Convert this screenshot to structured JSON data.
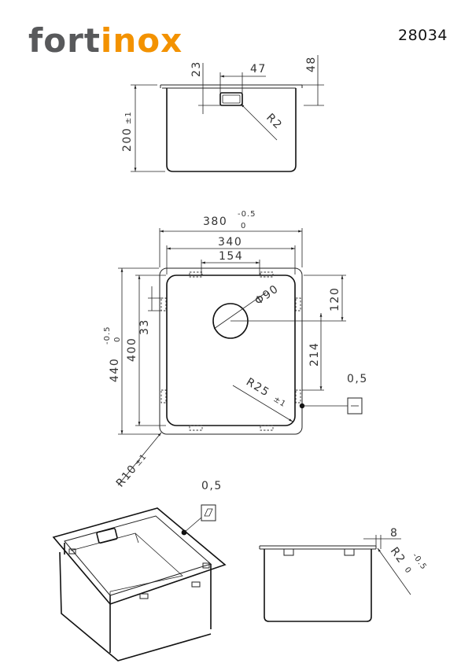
{
  "logo": {
    "prefix": "fort",
    "suffix": "inox",
    "prefix_color": "#58595b",
    "suffix_color": "#f39200"
  },
  "model_number": "28034",
  "section_view": {
    "dim_23": "23",
    "dim_47": "47",
    "dim_48": "48",
    "dim_200": "200",
    "dim_200_tol": "±1",
    "radius": "R2"
  },
  "plan_view": {
    "dim_380": "380",
    "dim_380_tol_upper": "-0.5",
    "dim_380_tol_lower": "0",
    "dim_340": "340",
    "dim_154": "154",
    "dim_440": "440",
    "dim_440_tol_upper": "-0.5",
    "dim_440_tol_lower": "0",
    "dim_400": "400",
    "dim_33": "33",
    "dim_120": "120",
    "dim_214": "214",
    "drain_diameter": "Φ90",
    "corner_radius": "R25",
    "corner_radius_tol": "±1",
    "outer_radius": "R10",
    "outer_radius_tol": "±1",
    "flatness": "0,5"
  },
  "perspective_view": {
    "flatness": "0,5"
  },
  "side_view": {
    "dim_8": "8",
    "radius": "R2",
    "radius_tol_upper": "-0.5",
    "radius_tol_lower": "0"
  }
}
